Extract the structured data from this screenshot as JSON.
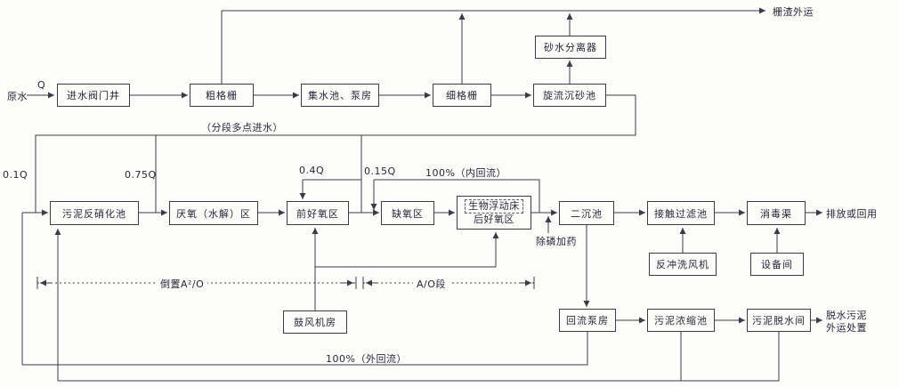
{
  "boxes": {
    "inlet_valve_well": "进水阀门井",
    "coarse_screen": "粗格栅",
    "collection_tank_pump_house": "集水池、泵房",
    "fine_screen": "细格栅",
    "cyclone_grit_chamber": "旋流沉砂池",
    "sand_water_separator": "砂水分离器",
    "sludge_denitrification_tank": "污泥反硝化池",
    "anaerobic_hydrolysis_zone": "厌氧（水解）区",
    "pre_aerobic_zone": "前好氧区",
    "anoxic_zone": "缺氧区",
    "bio_floating_bed": "生物浮动床",
    "post_aerobic_zone": "后好氧区",
    "secondary_clarifier": "二沉池",
    "contact_filter": "接触过滤池",
    "disinfection_channel": "消毒渠",
    "backwash_fan": "反冲洗风机",
    "equipment_room": "设备间",
    "blower_room": "鼓风机房",
    "return_pump_house": "回流泵房",
    "sludge_thickener": "污泥浓缩池",
    "sludge_dewatering_room": "污泥脱水间"
  },
  "labels": {
    "raw_water": "原水",
    "flow_q": "Q",
    "screen_residue_out": "栅渣外运",
    "staged_multipoint_inlet": "（分段多点进水）",
    "q_01": "0.1Q",
    "q_075": "0.75Q",
    "q_04": "0.4Q",
    "q_015": "0.15Q",
    "internal_recycle": "100%（内回流）",
    "external_recycle": "100%（外回流）",
    "phosphorus_dosing": "除磷加药",
    "inverted_a2o": "倒置A²/O",
    "ao_section": "A/O段",
    "discharge_or_reuse": "排放或回用",
    "dewatered_sludge_line1": "脱水污泥",
    "dewatered_sludge_line2": "外运处置"
  }
}
